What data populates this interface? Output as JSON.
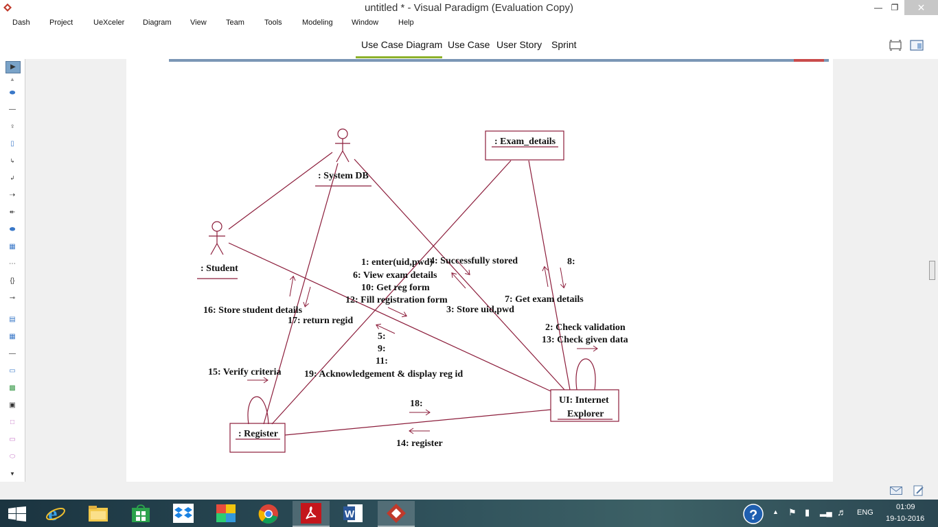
{
  "window": {
    "title": "untitled * - Visual Paradigm (Evaluation Copy)"
  },
  "menu": [
    "Dash",
    "Project",
    "UeXceler",
    "Diagram",
    "View",
    "Team",
    "Tools",
    "Modeling",
    "Window",
    "Help"
  ],
  "tabs": [
    "Use Case Diagram",
    "Use Case",
    "User Story",
    "Sprint"
  ],
  "diagram": {
    "objects": {
      "system_db": ": System DB",
      "exam_details": ": Exam_details",
      "student": ": Student",
      "register": ": Register",
      "ui_line1": "UI: Internet",
      "ui_line2": "Explorer"
    },
    "messages": {
      "m1": "1: enter(uid,pwd)",
      "m4": "4: Successfully stored",
      "m6": "6: View exam details",
      "m10": "10: Get reg form",
      "m12": "12: Fill registration form",
      "m3": "3: Store uid,pwd",
      "m7": "7: Get exam details",
      "m8": "8:",
      "m16": "16: Store student details",
      "m17": "17: return regid",
      "m5": "5:",
      "m9": "9:",
      "m11": "11:",
      "m19": "19: Acknowledgement & display reg id",
      "m2": "2: Check validation",
      "m13": "13: Check given data",
      "m15": "15: Verify criteria",
      "m18": "18:",
      "m14": "14: register"
    }
  },
  "tray": {
    "language": "ENG",
    "time": "01:09",
    "date": "19-10-2016"
  },
  "colors": {
    "diagram_line": "#8b1c3a",
    "tab_accent": "#8db12a"
  }
}
